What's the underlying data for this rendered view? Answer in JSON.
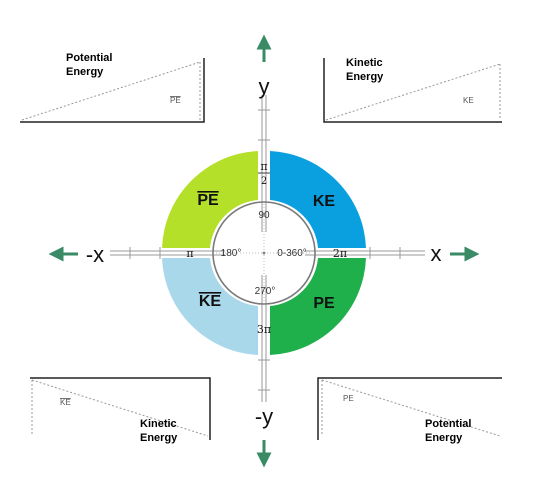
{
  "colors": {
    "ke": "#0aa0e0",
    "pe": "#20b04b",
    "pe_bar": "#b4e02a",
    "ke_bar": "#a8d8ea",
    "arrow": "#3a8a66",
    "axis": "#999999",
    "inner_ring": "#7a7a7a"
  },
  "axes": {
    "y_pos": "y",
    "y_neg": "-y",
    "x_pos": "x",
    "x_neg": "-x"
  },
  "quadrants": {
    "q1": "KE",
    "q2": "PE",
    "q3": "KE",
    "q4": "PE"
  },
  "angles": {
    "top": "90",
    "left": "180°",
    "right": "0-360°",
    "bottom": "270°"
  },
  "radians": {
    "top_numerator": "π",
    "top_denominator": "2",
    "left": "π",
    "right": "2π",
    "bottom": "3π"
  },
  "panels": {
    "top_left": {
      "title_line1": "Potential",
      "title_line2": "Energy",
      "inner": "PE"
    },
    "top_right": {
      "title_line1": "Kinetic",
      "title_line2": "Energy",
      "inner": "KE"
    },
    "bottom_left": {
      "title_line1": "Kinetic",
      "title_line2": "Energy",
      "inner": "KE"
    },
    "bottom_right": {
      "title_line1": "Potential",
      "title_line2": "Energy",
      "inner": "PE"
    }
  }
}
